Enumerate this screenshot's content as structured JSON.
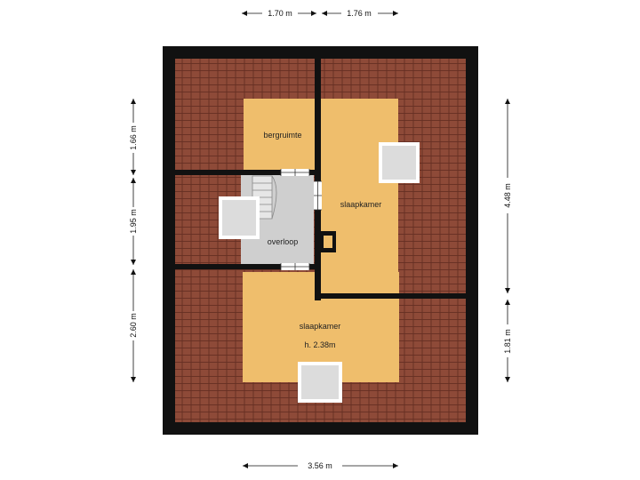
{
  "colors": {
    "wall": "#111111",
    "roof": "#8e4a38",
    "roof_line": "#5e2a1e",
    "room": "#efbe6c",
    "landing": "#cfcfcf",
    "skylight": "#dcdcdc",
    "dimension_line": "#111111"
  },
  "dimensions": {
    "top_left": "1.70 m",
    "top_right": "1.76 m",
    "bottom": "3.56 m",
    "left_upper": "1.66 m",
    "left_middle": "1.95 m",
    "left_lower": "2.60 m",
    "right_upper": "4.48 m",
    "right_lower": "1.81 m"
  },
  "rooms": {
    "storage": "bergruimte",
    "bedroom_right": "slaapkamer",
    "landing": "overloop",
    "bedroom_bottom": "slaapkamer",
    "bedroom_bottom_height": "h. 2.38m"
  }
}
